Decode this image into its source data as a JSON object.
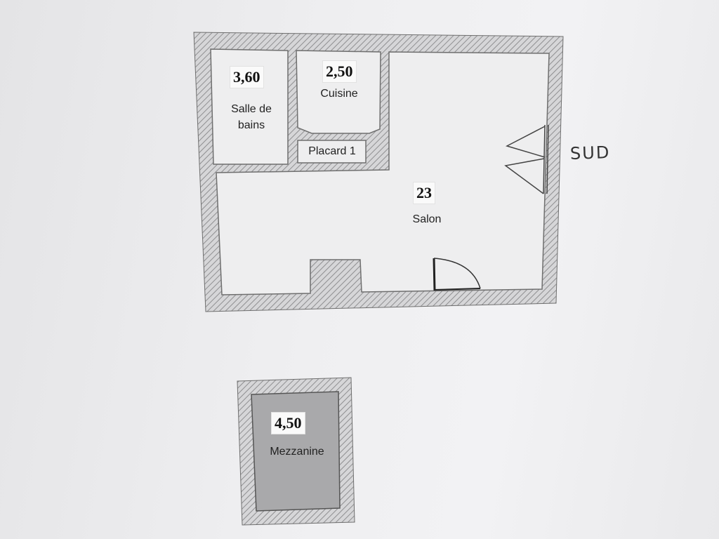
{
  "rooms": {
    "bath": {
      "area": "3,60",
      "name_line1": "Salle de",
      "name_line2": "bains"
    },
    "kitchen": {
      "area": "2,50",
      "name": "Cuisine"
    },
    "closet": {
      "name": "Placard 1"
    },
    "living": {
      "area": "23",
      "name": "Salon"
    },
    "mezzanine": {
      "area": "4,50",
      "name": "Mezzanine"
    }
  },
  "orientation": {
    "label": "SUD"
  },
  "colors": {
    "wall_hatch": "#a8a8a8",
    "room_fill": "#eeeeef",
    "mezzanine_fill": "#a9a9ab",
    "outline": "#6f6f6f"
  }
}
